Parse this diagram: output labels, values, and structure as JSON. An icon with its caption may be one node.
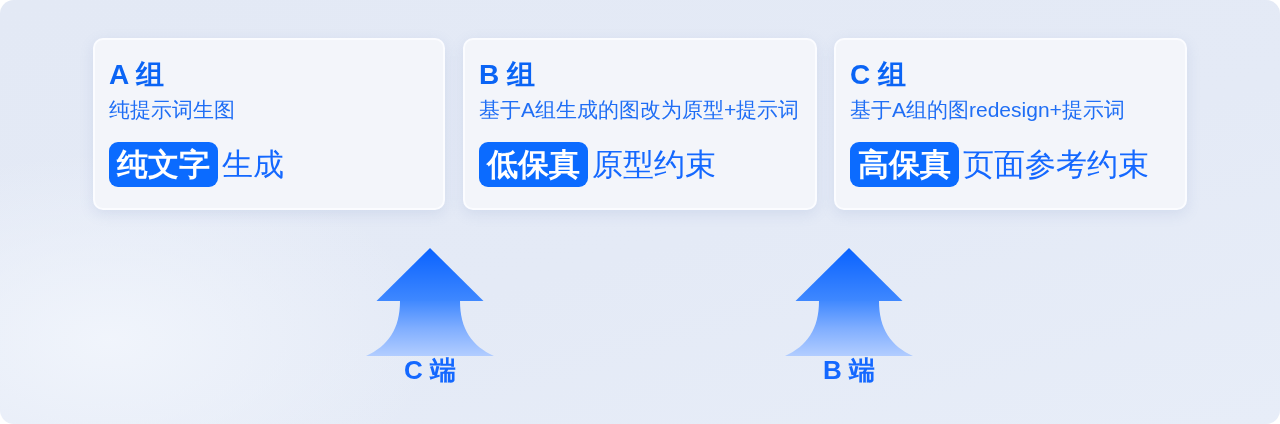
{
  "diagram": {
    "nodes": [
      {
        "text": [
          "A 组",
          "纯提示词生图",
          "生成"
        ]
      },
      {
        "text": [
          "纯文字"
        ],
        "in": 0
      },
      {
        "text": [
          "B 组",
          "基于A组生成的图改为原型+提示词",
          "原型约束"
        ]
      },
      {
        "text": [
          "低保真"
        ],
        "in": 2
      },
      {
        "text": [
          "C 组",
          "基于A组的图redesign+提示词",
          "页面参考约束"
        ]
      },
      {
        "text": [
          "高保真"
        ],
        "in": 4
      },
      {
        "text": [
          "C 端"
        ]
      },
      {
        "text": [
          "B 端"
        ]
      }
    ],
    "edges": [
      {
        "from": 6,
        "to": null,
        "arrow": "to"
      },
      {
        "from": 7,
        "to": null,
        "arrow": "to"
      }
    ]
  }
}
